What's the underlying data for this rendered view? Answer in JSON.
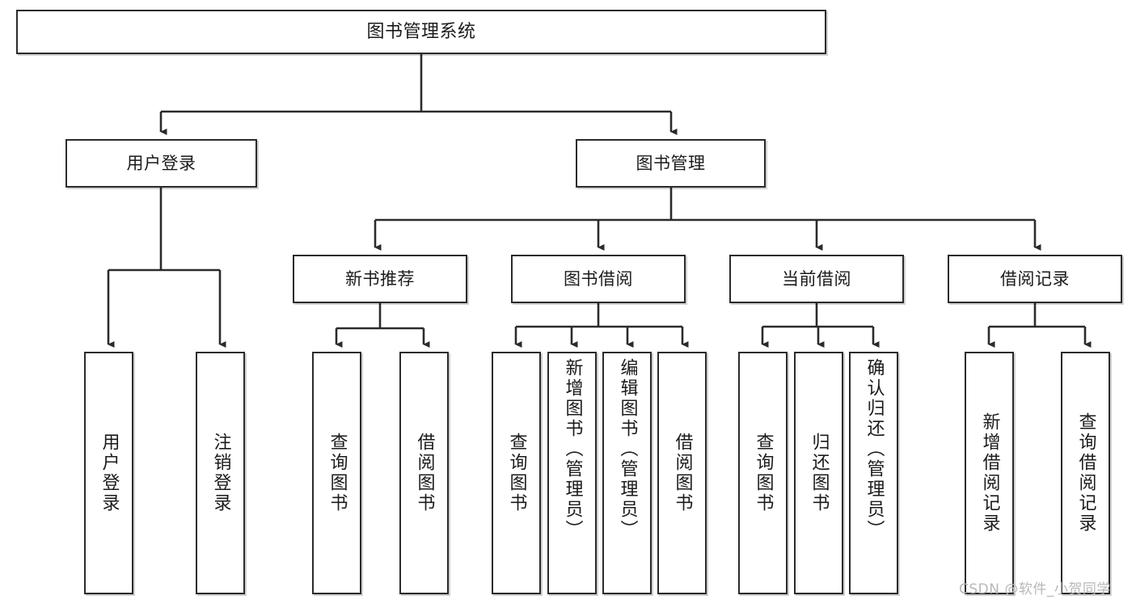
{
  "diagram": {
    "type": "tree-hierarchy-flowchart",
    "root": {
      "id": "root",
      "label": "图书管理系统"
    },
    "level1": [
      {
        "id": "user-login",
        "label": "用户登录"
      },
      {
        "id": "book-management",
        "label": "图书管理"
      }
    ],
    "level2": [
      {
        "id": "new-book-recommend",
        "label": "新书推荐",
        "parent": "book-management"
      },
      {
        "id": "book-borrow",
        "label": "图书借阅",
        "parent": "book-management"
      },
      {
        "id": "current-borrow",
        "label": "当前借阅",
        "parent": "book-management"
      },
      {
        "id": "borrow-record",
        "label": "借阅记录",
        "parent": "book-management"
      }
    ],
    "leaves": [
      {
        "id": "leaf-user-login",
        "label": "用户登录",
        "parent": "user-login"
      },
      {
        "id": "leaf-logout-login",
        "label": "注销登录",
        "parent": "user-login"
      },
      {
        "id": "leaf-query-book-1",
        "label": "查询图书",
        "parent": "new-book-recommend"
      },
      {
        "id": "leaf-borrow-book-1",
        "label": "借阅图书",
        "parent": "new-book-recommend"
      },
      {
        "id": "leaf-query-book-2",
        "label": "查询图书",
        "parent": "book-borrow"
      },
      {
        "id": "leaf-add-book",
        "label": "新增图书（管理员）",
        "parent": "book-borrow"
      },
      {
        "id": "leaf-edit-book",
        "label": "编辑图书（管理员）",
        "parent": "book-borrow"
      },
      {
        "id": "leaf-borrow-book-2",
        "label": "借阅图书",
        "parent": "book-borrow"
      },
      {
        "id": "leaf-query-book-3",
        "label": "查询图书",
        "parent": "current-borrow"
      },
      {
        "id": "leaf-return-book",
        "label": "归还图书",
        "parent": "current-borrow"
      },
      {
        "id": "leaf-confirm-return",
        "label": "确认归还（管理员）",
        "parent": "current-borrow"
      },
      {
        "id": "leaf-add-record",
        "label": "新增借阅记录",
        "parent": "borrow-record"
      },
      {
        "id": "leaf-query-record",
        "label": "查询借阅记录",
        "parent": "borrow-record"
      }
    ],
    "watermark": "CSDN @软件_小贺同学",
    "colors": {
      "stroke": "#2b2b2b",
      "background": "#ffffff",
      "text": "#1b1b1b",
      "watermark": "#b8b8b8"
    }
  }
}
